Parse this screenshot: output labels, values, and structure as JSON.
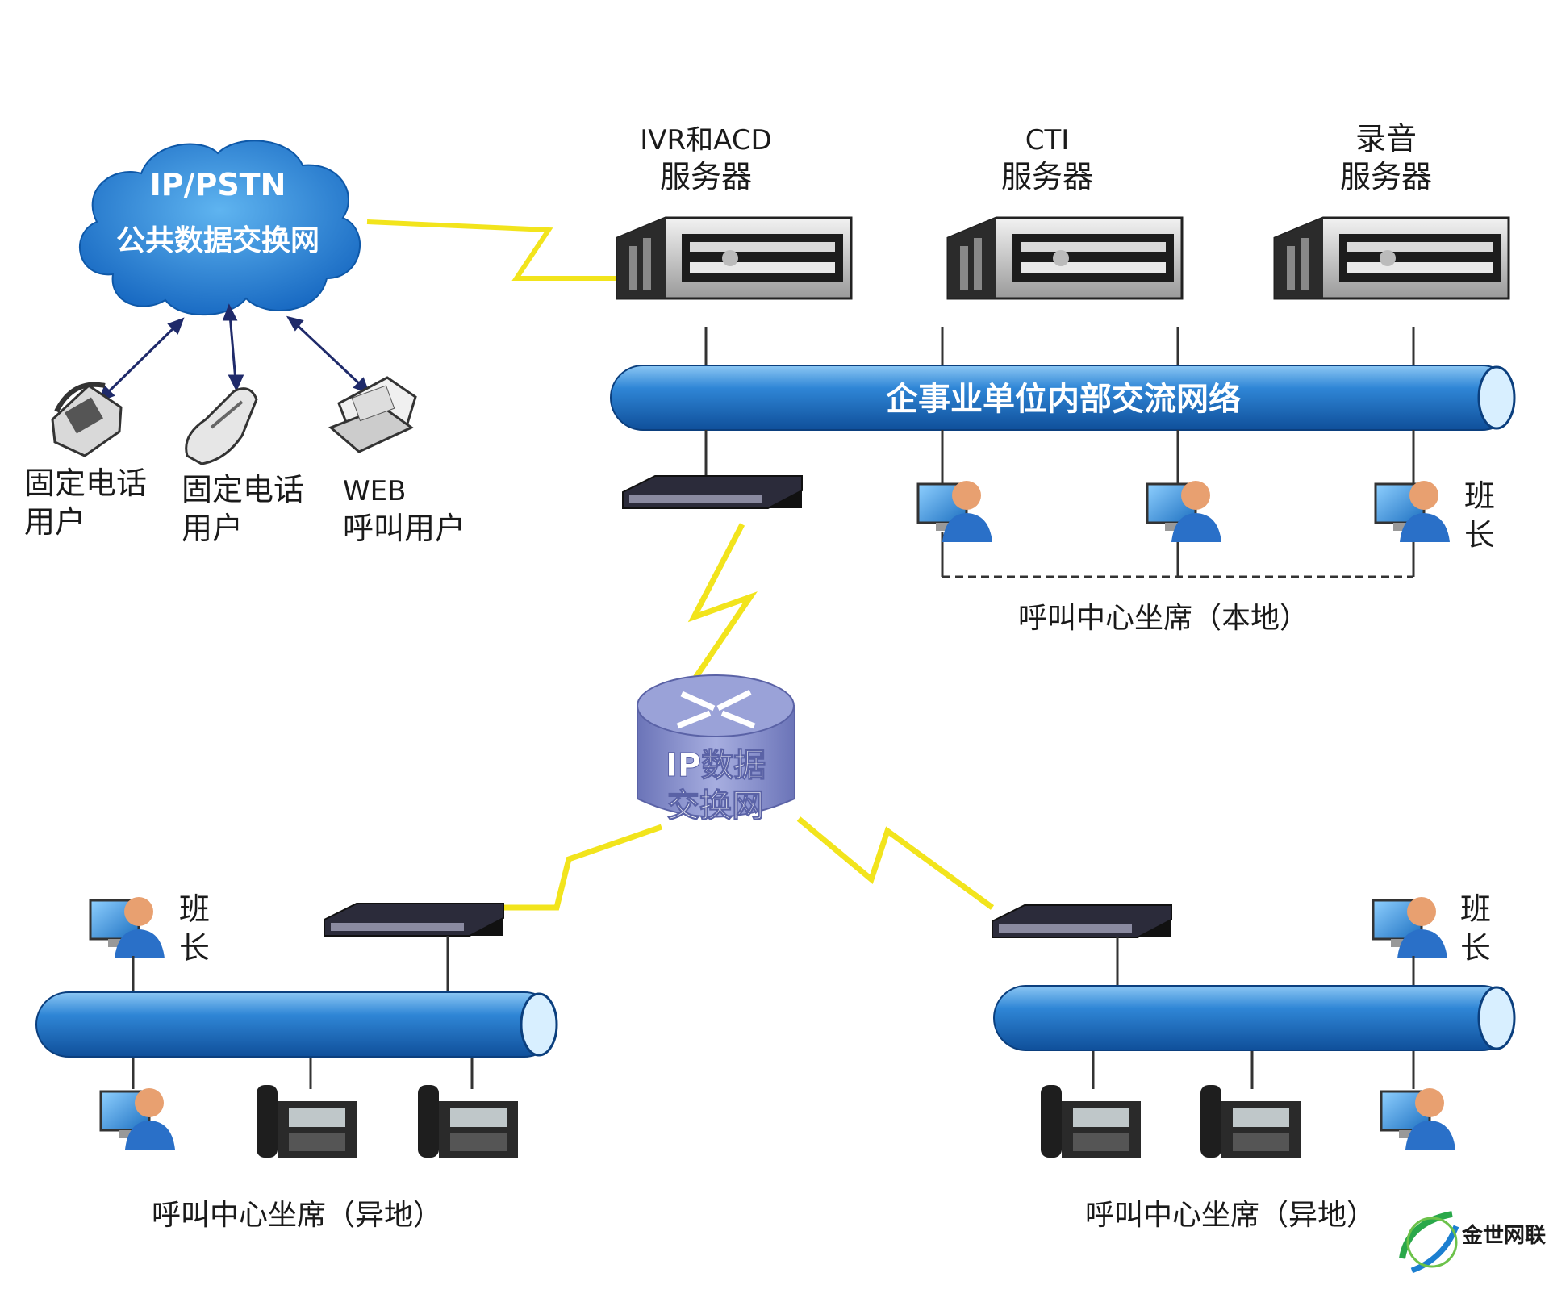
{
  "cloud": {
    "line1": "IP/PSTN",
    "line2": "公共数据交换网"
  },
  "servers": {
    "ivr": {
      "line1": "IVR和ACD",
      "line2": "服务器"
    },
    "cti": {
      "line1": "CTI",
      "line2": "服务器"
    },
    "rec": {
      "line1": "录音",
      "line2": "服务器"
    }
  },
  "users": {
    "fixed1": {
      "line1": "固定电话",
      "line2": "用户"
    },
    "fixed2": {
      "line1": "固定电话",
      "line2": "用户"
    },
    "web": {
      "line1": "WEB",
      "line2": "呼叫用户"
    }
  },
  "bus_main": "企事业单位内部交流网络",
  "router": {
    "line1": "IP数据",
    "line2": "交换网"
  },
  "leader": {
    "char1": "班",
    "char2": "长"
  },
  "groups": {
    "local": "呼叫中心坐席（本地）",
    "remote_left": "呼叫中心坐席（异地）",
    "remote_right": "呼叫中心坐席（异地）"
  },
  "logo_text": "金世网联",
  "colors": {
    "pipe": "#1b6fc2",
    "pipe_light": "#5aa8ea",
    "cloud": "#1f7fd0",
    "lightning": "#f2e41c",
    "router": "#7d85c6"
  }
}
